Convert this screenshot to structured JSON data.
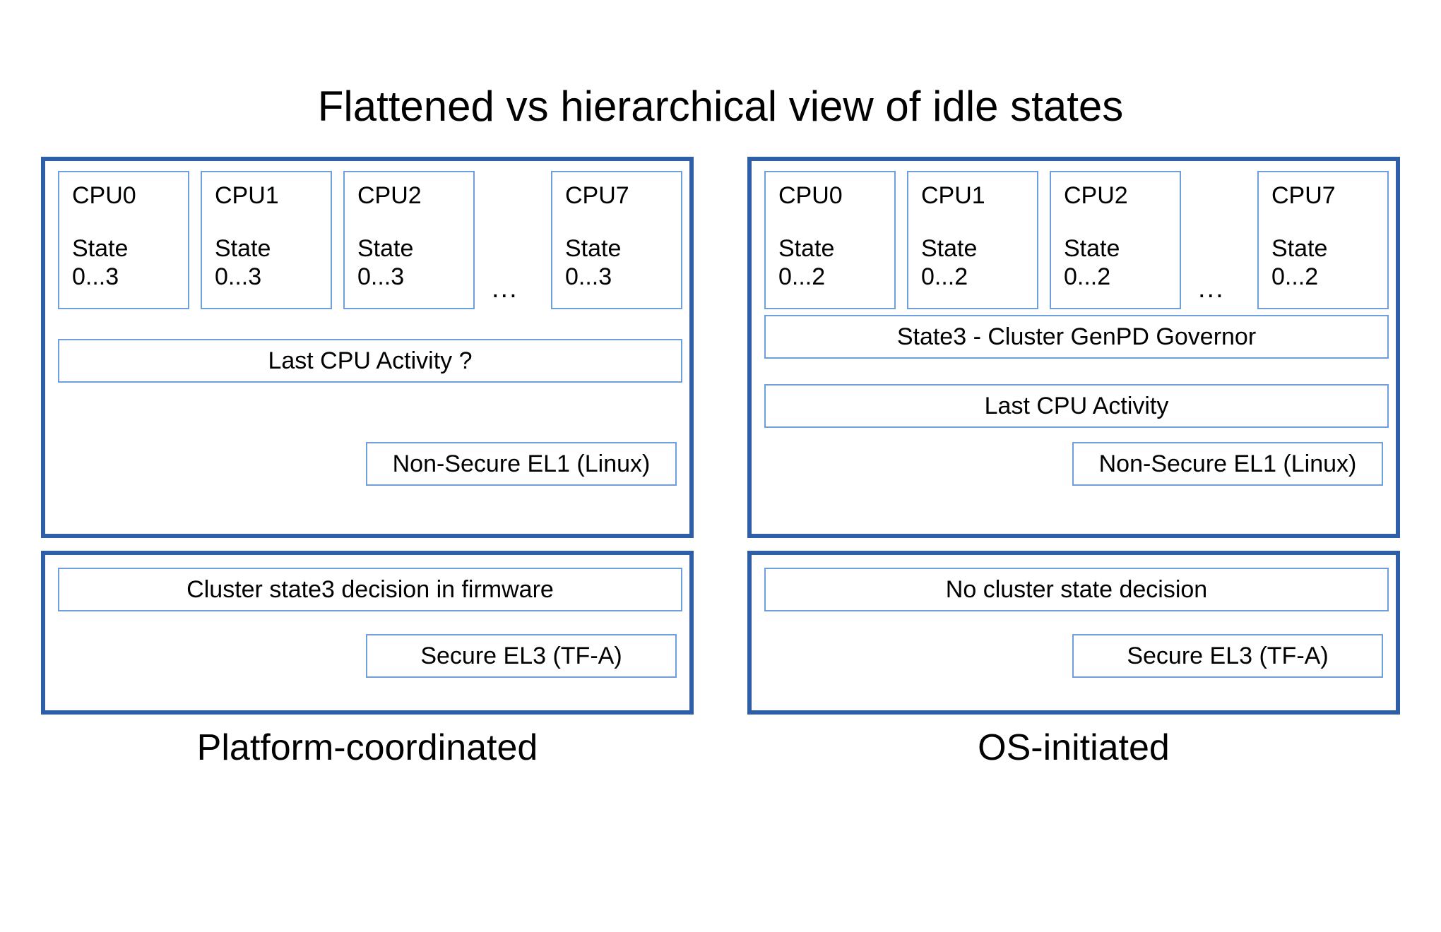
{
  "title": "Flattened vs hierarchical view of idle states",
  "ellipsis": "...",
  "panels": [
    {
      "caption": "Platform-coordinated",
      "cpus": [
        {
          "name": "CPU0",
          "state": "State\n0...3"
        },
        {
          "name": "CPU1",
          "state": "State\n0...3"
        },
        {
          "name": "CPU2",
          "state": "State\n0...3"
        },
        {
          "name": "CPU7",
          "state": "State\n0...3"
        }
      ],
      "cpu_state_line1": "State",
      "cpu_state_line2": "0...3",
      "governor_bar": "",
      "activity_bar": "Last CPU Activity ?",
      "os_level": "Non-Secure EL1 (Linux)",
      "firmware_bar": "Cluster state3 decision in firmware",
      "firmware_level": "Secure EL3 (TF-A)"
    },
    {
      "caption": "OS-initiated",
      "cpus": [
        {
          "name": "CPU0",
          "state": "State\n0...2"
        },
        {
          "name": "CPU1",
          "state": "State\n0...2"
        },
        {
          "name": "CPU2",
          "state": "State\n0...2"
        },
        {
          "name": "CPU7",
          "state": "State\n0...2"
        }
      ],
      "cpu_state_line1": "State",
      "cpu_state_line2": "0...2",
      "governor_bar": "State3 - Cluster GenPD Governor",
      "activity_bar": "Last CPU Activity",
      "os_level": "Non-Secure EL1 (Linux)",
      "firmware_bar": "No cluster state decision",
      "firmware_level": "Secure EL3 (TF-A)"
    }
  ],
  "colors": {
    "outer_border": "#2E5FA6",
    "inner_border": "#6E9EDB",
    "background": "#FFFFFF",
    "text": "#000000"
  }
}
